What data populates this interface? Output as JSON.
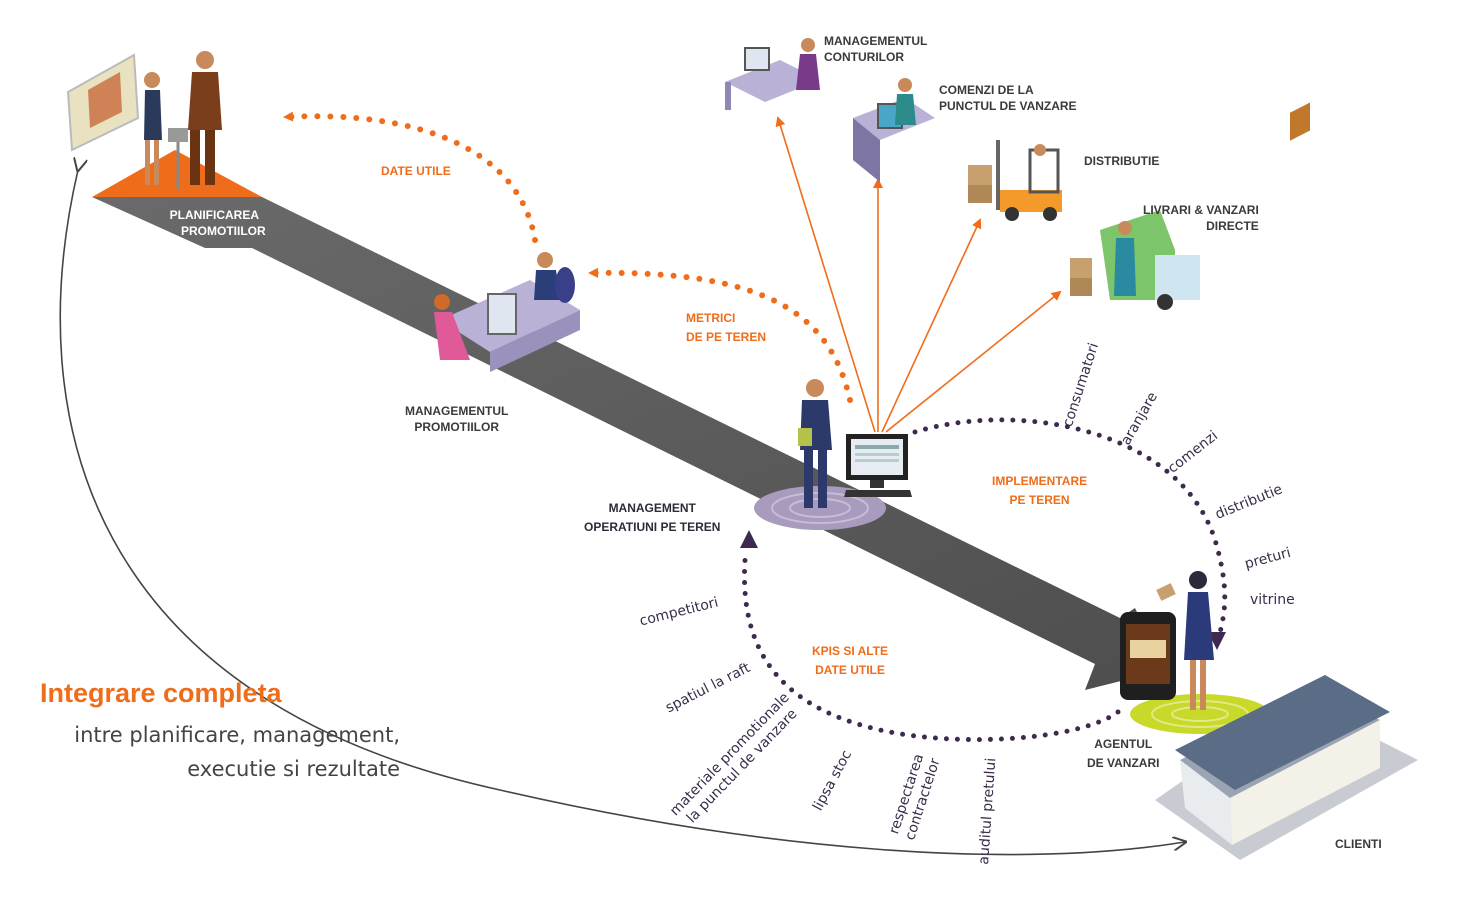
{
  "title": {
    "main": "Integrare completa",
    "line1": "intre planificare, management,",
    "line2": "executie si rezultate"
  },
  "stations": {
    "planning": {
      "line1": "PLANIFICAREA",
      "line2": "PROMOTIILOR"
    },
    "promo_mgmt": {
      "line1": "MANAGEMENTUL",
      "line2": "PROMOTIILOR"
    },
    "field_ops": {
      "line1": "MANAGEMENT",
      "line2": "OPERATIUNI PE TEREN"
    },
    "sales_agent": {
      "line1": "AGENTUL",
      "line2": "DE VANZARI"
    },
    "clients": "CLIENTI"
  },
  "flows": {
    "useful_data": "DATE  UTILE",
    "field_metrics": {
      "line1": "METRICI",
      "line2": "DE PE TEREN"
    },
    "field_impl": {
      "line1": "IMPLEMENTARE",
      "line2": "PE TEREN"
    },
    "kpis": {
      "line1": "KPIs SI ALTE",
      "line2": "DATE UTILE"
    }
  },
  "departments": {
    "accounts": {
      "line1": "MANAGEMENTUL",
      "line2": "CONTURILOR"
    },
    "pos_orders": {
      "line1": "COMENZI DE LA",
      "line2": "PUNCTUL DE VANZARE"
    },
    "distribution": "DISTRIBUTIE",
    "deliveries": {
      "line1": "LIVRARI & VANZARI",
      "line2": "DIRECTE"
    }
  },
  "implementation_items": [
    "consumatori",
    "aranjare",
    "comenzi",
    "distributie",
    "preturi",
    "vitrine"
  ],
  "kpi_items": {
    "competitors": "competitori",
    "shelf_space": "spatiul la raft",
    "pos_materials": {
      "line1": "materiale promotionale",
      "line2": "la punctul de vanzare"
    },
    "stock_out": "lipsa stoc",
    "contracts": {
      "line1": "respectarea",
      "line2": "contractelor"
    },
    "price_audit": "auditul pretului"
  },
  "colors": {
    "accent_orange": "#ef6c1a",
    "road_gray": "#5f5f5f",
    "dotted_purple": "#3f2a4f",
    "agent_platform": "#c9d92a",
    "ops_platform": "#a89bbd",
    "text_dark": "#3a3a3a"
  },
  "icons": [
    "presentation-board-icon",
    "business-team-icon",
    "office-desk-icon",
    "sales-manager-icon",
    "computer-monitor-icon",
    "forklift-icon",
    "delivery-truck-icon",
    "smartphone-icon",
    "shop-building-icon",
    "female-agent-icon"
  ]
}
